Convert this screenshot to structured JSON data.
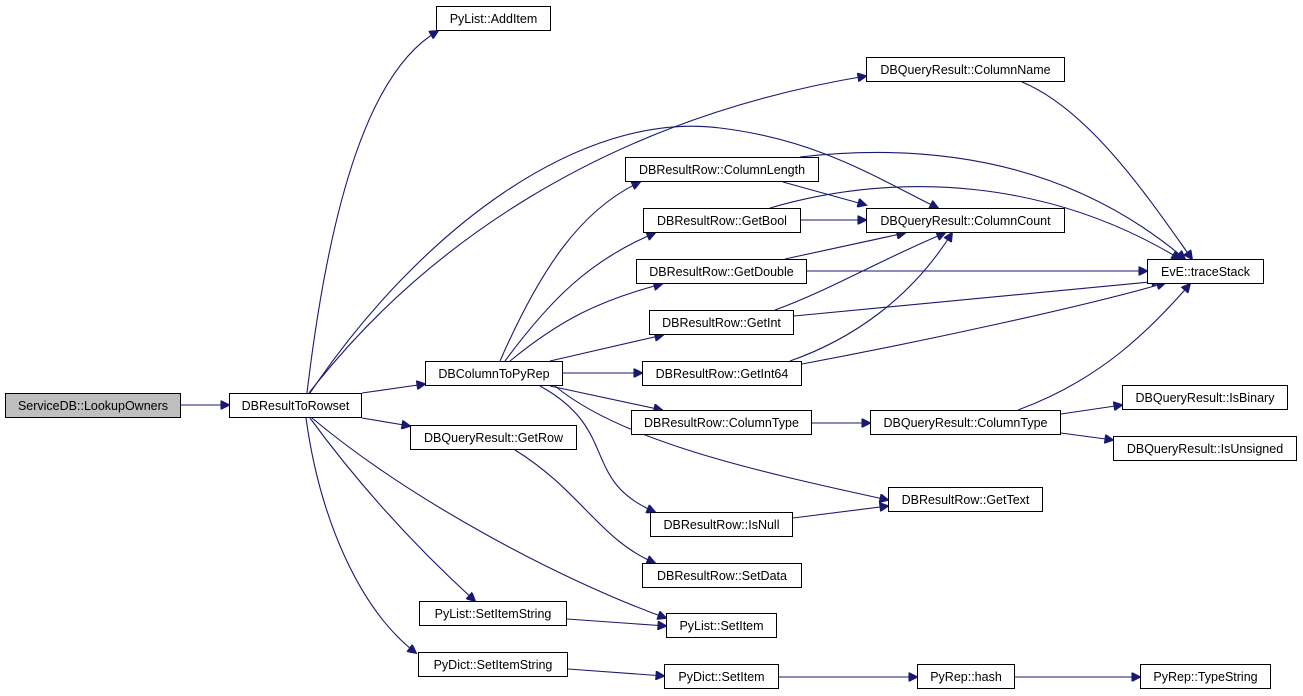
{
  "graph": {
    "edge_color": "#191970",
    "root_fill": "#bfbfbf",
    "nodes": {
      "lookup_owners": "ServiceDB::LookupOwners",
      "db_result_to_rowset": "DBResultToRowset",
      "pylist_additem": "PyList::AddItem",
      "column_name": "DBQueryResult::ColumnName",
      "row_column_length": "DBResultRow::ColumnLength",
      "row_get_bool": "DBResultRow::GetBool",
      "column_count": "DBQueryResult::ColumnCount",
      "row_get_double": "DBResultRow::GetDouble",
      "trace_stack": "EvE::traceStack",
      "row_get_int": "DBResultRow::GetInt",
      "db_column_to_pyrep": "DBColumnToPyRep",
      "row_get_int64": "DBResultRow::GetInt64",
      "is_binary": "DBQueryResult::IsBinary",
      "query_get_row": "DBQueryResult::GetRow",
      "row_column_type": "DBResultRow::ColumnType",
      "query_column_type": "DBQueryResult::ColumnType",
      "is_unsigned": "DBQueryResult::IsUnsigned",
      "row_get_text": "DBResultRow::GetText",
      "row_is_null": "DBResultRow::IsNull",
      "row_set_data": "DBResultRow::SetData",
      "pylist_set_item_string": "PyList::SetItemString",
      "pylist_set_item": "PyList::SetItem",
      "pydict_set_item_string": "PyDict::SetItemString",
      "pydict_set_item": "PyDict::SetItem",
      "pyrep_hash": "PyRep::hash",
      "pyrep_type_string": "PyRep::TypeString"
    }
  }
}
